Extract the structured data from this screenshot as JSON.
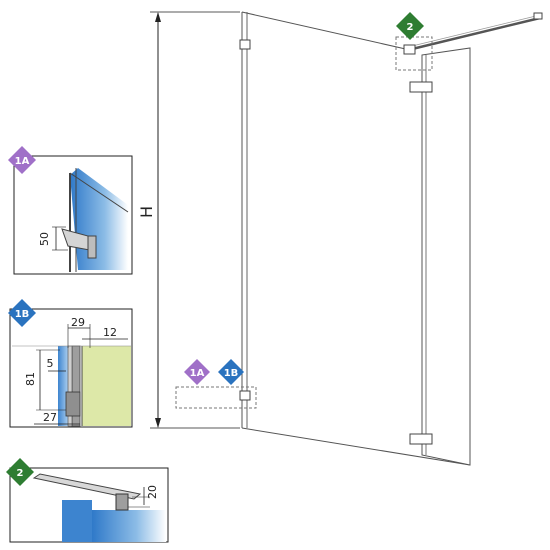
{
  "main": {
    "height_label": "H",
    "callouts": {
      "c1a": "1A",
      "c1b": "1B",
      "c2": "2"
    }
  },
  "detail_1a": {
    "badge": "1A",
    "dim": "50"
  },
  "detail_1b": {
    "badge": "1B",
    "dims": {
      "top_width": "29",
      "top_offset": "12",
      "inner": "5",
      "height": "81",
      "base": "27"
    }
  },
  "detail_2": {
    "badge": "2",
    "dim": "20"
  },
  "colors": {
    "badge_1a": "#a070c8",
    "badge_1b": "#2a73bf",
    "badge_2": "#2e7d32",
    "glass_blue": "#4a8fd6",
    "wall_green": "#dde8a8"
  }
}
